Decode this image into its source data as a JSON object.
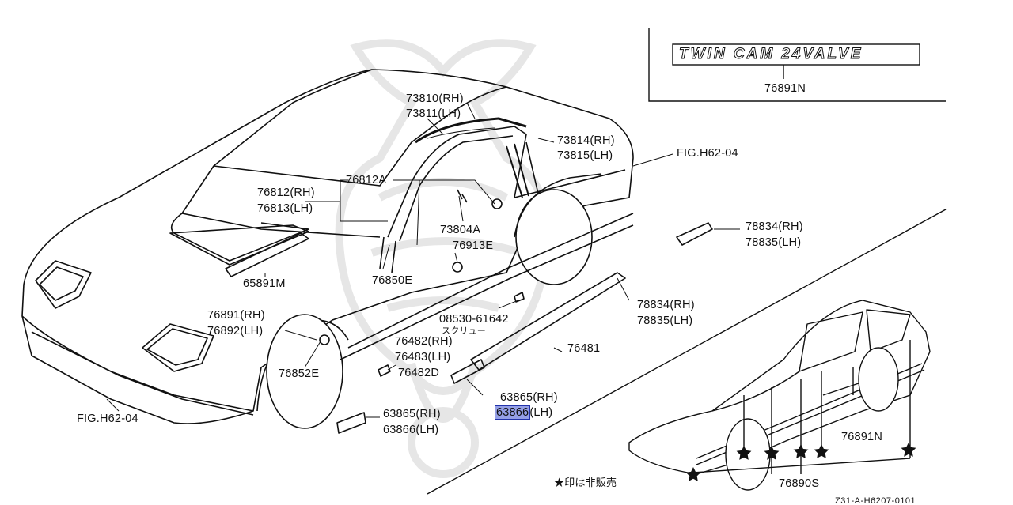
{
  "emblem": {
    "text": "TWIN CAM 24VALVE",
    "part": "76891N"
  },
  "labels": {
    "p73810": "73810(RH)",
    "p73811": "73811(LH)",
    "p73814": "73814(RH)",
    "p73815": "73815(LH)",
    "fig_h62_04_top": "FIG.H62-04",
    "p76812a": "76812A",
    "p76812": "76812(RH)",
    "p76813": "76813(LH)",
    "p73804a": "73804A",
    "p76913e": "76913E",
    "p65891m": "65891M",
    "p76850e": "76850E",
    "p78834_top": "78834(RH)",
    "p78835_top": "78835(LH)",
    "p78834_mid": "78834(RH)",
    "p78835_mid": "78835(LH)",
    "p76891": "76891(RH)",
    "p76892": "76892(LH)",
    "p08530": "08530-61642",
    "p08530_sub": "スクリュー",
    "p76482": "76482(RH)",
    "p76483": "76483(LH)",
    "p76482d": "76482D",
    "p76481": "76481",
    "p76852e": "76852E",
    "p63865_a": "63865(RH)",
    "p63866_a_num": "63866",
    "p63866_a_suffix": "(LH)",
    "p63865_b": "63865(RH)",
    "p63866_b": "63866(LH)",
    "fig_h62_04_bottom": "FIG.H62-04",
    "p76891n_inset": "76891N",
    "p76890s": "76890S",
    "note": "★印は非販売",
    "ref_code": "Z31-A-H6207-0101"
  },
  "colors": {
    "ink": "#111111",
    "highlight": "#3c50d2",
    "watermark": "#e4e4e4"
  }
}
